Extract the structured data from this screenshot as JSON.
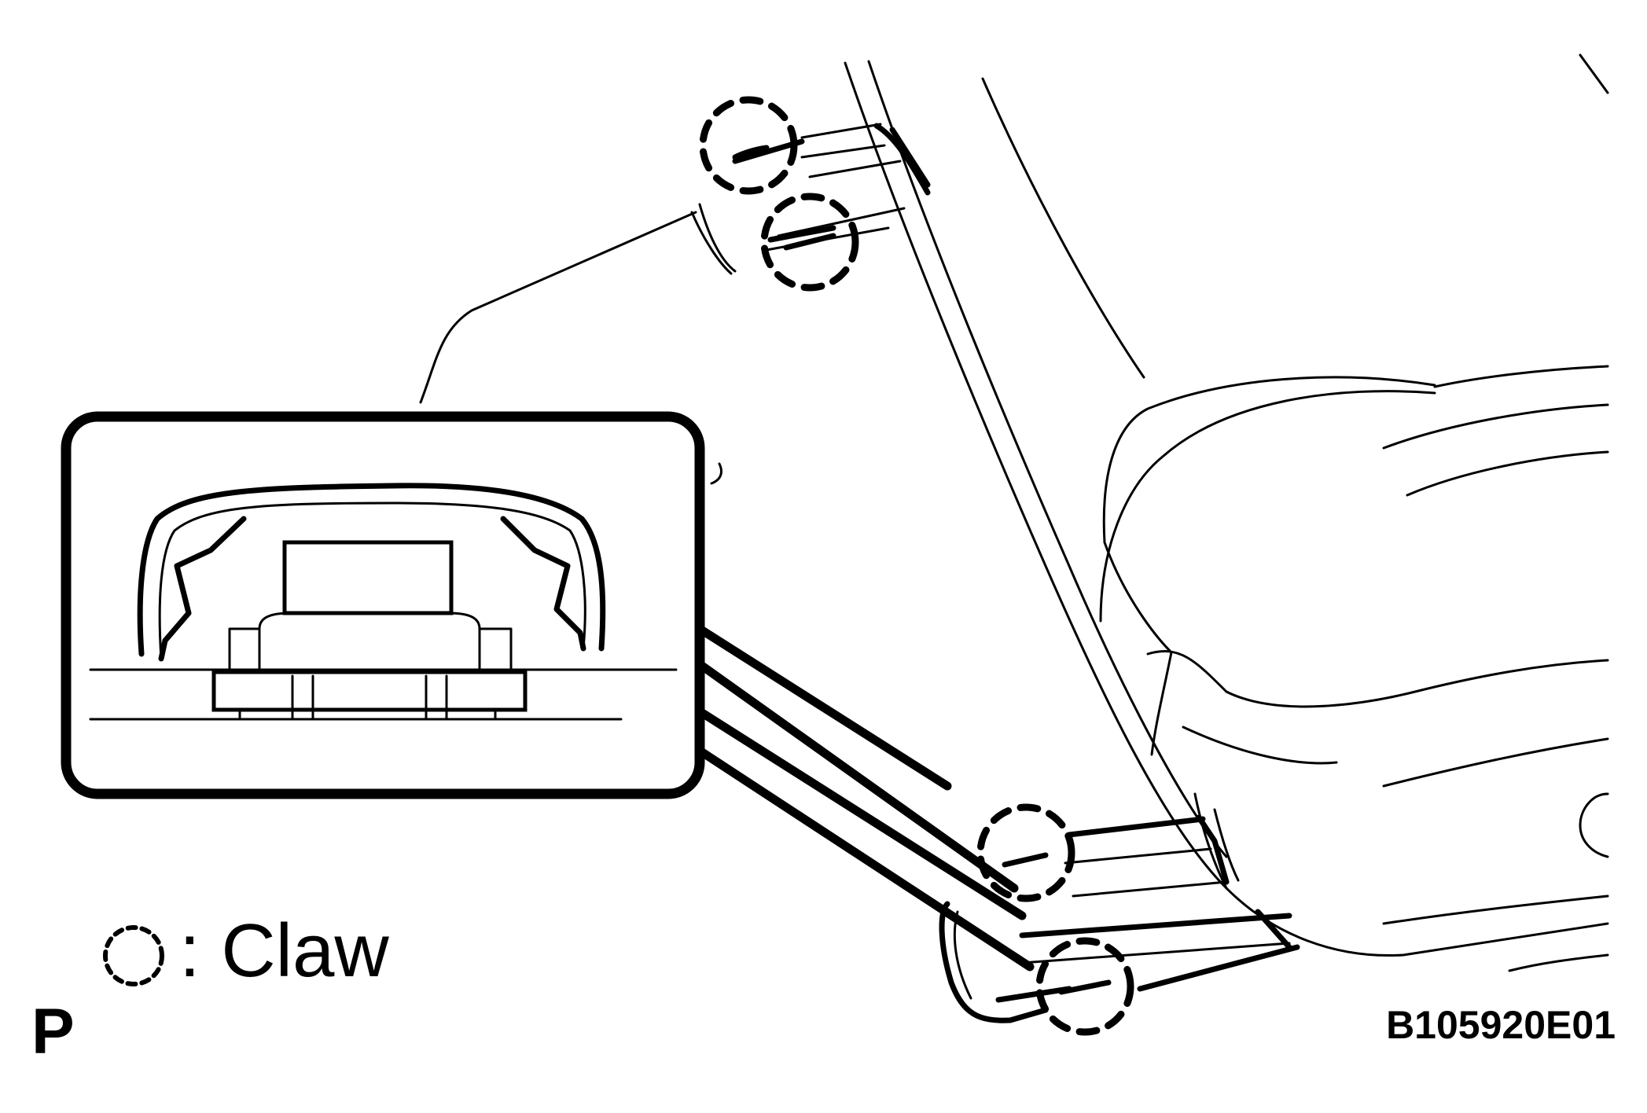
{
  "legend": {
    "symbol_icon": "dashed-circle-icon",
    "label": ": Claw"
  },
  "marker": "P",
  "figure_code": "B105920E01",
  "colors": {
    "ink": "#000000",
    "paper": "#ffffff"
  }
}
